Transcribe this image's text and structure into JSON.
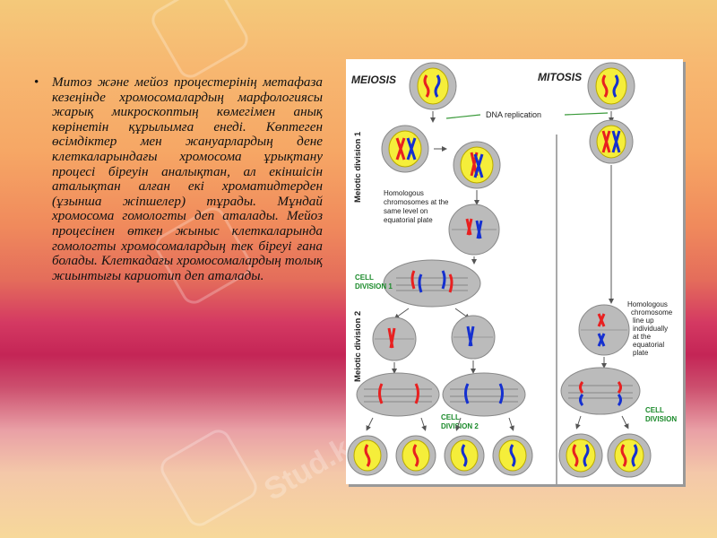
{
  "watermark": {
    "text": "Stud.kz"
  },
  "body_text": "Митоз және мейоз процестерінің метафаза кезеңінде хромосомалардың марфологиясы жарық микроскоптың көмегімен анық көрінетін құрылымға енеді. Көптеген өсімдіктер мен жануарлардың дене клеткаларындағы хромосома ұрықтану процесі біреуін аналықтан, ал екіншісін аталықтан алған екі хроматидтерден (ұзынша жіпшелер) тұрады. Мұндай хромосома гомологты деп аталады. Мейоз процесінен өткен жыныс клеткаларында гомологты хромосомалардың тек біреуі ғана болады. Клеткадағы хромосомалардың толық жиынтығы кариотип деп аталады.",
  "diagram": {
    "meiosis_label": "MEIOSIS",
    "mitosis_label": "MITOSIS",
    "dna_replication_label": "DNA replication",
    "meiotic_division_1": "Meiotic division 1",
    "meiotic_division_2": "Meiotic division 2",
    "homologous_same_level": [
      "Homologous",
      "chromosomes at the",
      "same level on",
      "equatorial plate"
    ],
    "cell_division_1": [
      "CELL",
      "DIVISION 1"
    ],
    "cell_division_2": [
      "CELL",
      "DIVISION 2"
    ],
    "homologous_individually": [
      "Homologous",
      "chromosome",
      "line up",
      "individually",
      "at the",
      "equatorial",
      "plate"
    ],
    "cell_division": [
      "CELL",
      "DIVISION"
    ],
    "colors": {
      "paternal": "#e82020",
      "maternal": "#1530d0",
      "nucleus": "#f5ee3a",
      "label_green": "#1a8a2a"
    }
  }
}
